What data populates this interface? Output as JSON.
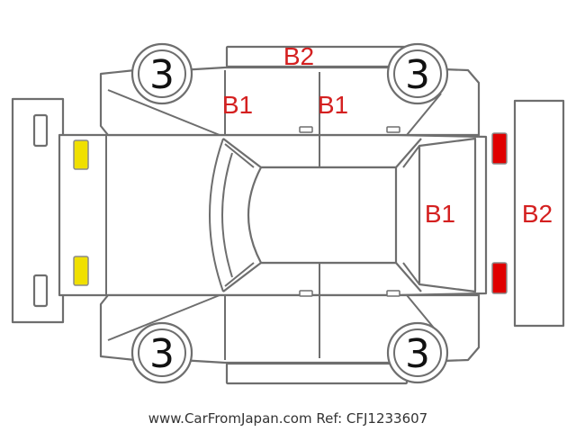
{
  "wheel_grades": {
    "front_left": "3",
    "rear_left": "3",
    "front_right": "3",
    "rear_right": "3"
  },
  "damage_marks": {
    "roof_top": "B2",
    "top_left_door": "B1",
    "top_right_door": "B1",
    "rear_window": "B1",
    "rear_bumper": "B2"
  },
  "footer": {
    "text": "www.CarFromJapan.com Ref: CFJ1233607"
  },
  "colors": {
    "damage_text": "#d42020",
    "headlight": "#f0e000",
    "taillight": "#e00000",
    "outline": "#6e6e6e"
  }
}
